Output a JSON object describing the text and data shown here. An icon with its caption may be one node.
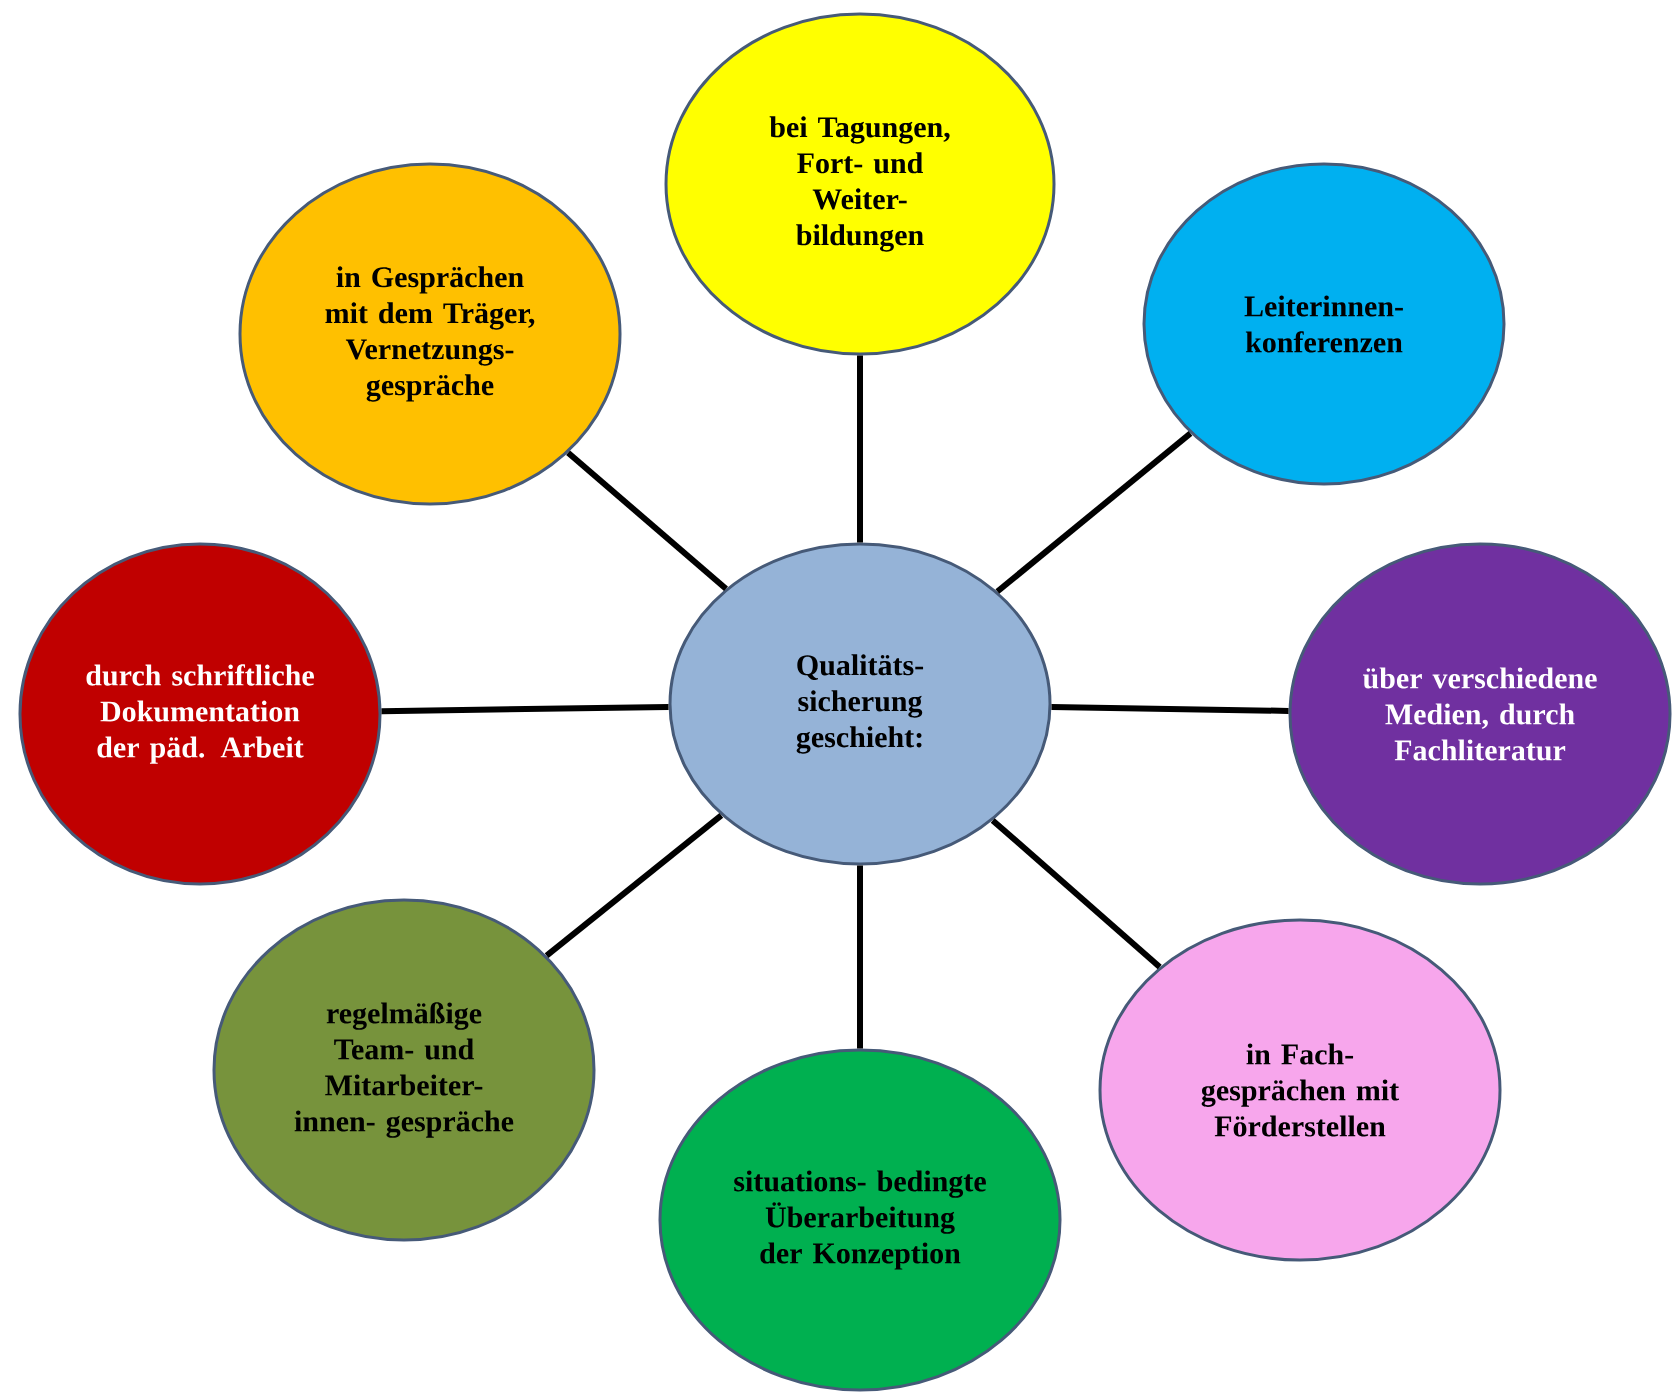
{
  "diagram": {
    "nodes": [
      {
        "text": [
          "Qualitäts- sicherung geschieht:"
        ]
      },
      {
        "text": [
          "bei Tagungen, Fort- und Weiter- bildungen"
        ]
      },
      {
        "text": [
          "Leiterinnen- konferenzen"
        ]
      },
      {
        "text": [
          "über verschiedene Medien, durch Fachliteratur"
        ]
      },
      {
        "text": [
          "in Fach- gesprächen mit Förderstellen"
        ]
      },
      {
        "text": [
          "situations- bedingte Überarbeitung der Konzeption"
        ]
      },
      {
        "text": [
          "regelmäßige Team- und Mitarbeiter- innen- gespräche"
        ]
      },
      {
        "text": [
          "durch schriftliche Dokumentation der päd. Arbeit"
        ]
      },
      {
        "text": [
          "in Gesprächen mit dem Träger, Vernetzungs- gespräche"
        ]
      }
    ],
    "edges": [
      {
        "from": 0,
        "to": 1,
        "arrow": "none"
      },
      {
        "from": 0,
        "to": 2,
        "arrow": "none"
      },
      {
        "from": 0,
        "to": 3,
        "arrow": "none"
      },
      {
        "from": 0,
        "to": 4,
        "arrow": "none"
      },
      {
        "from": 0,
        "to": 5,
        "arrow": "none"
      },
      {
        "from": 0,
        "to": 6,
        "arrow": "none"
      },
      {
        "from": 0,
        "to": 7,
        "arrow": "none"
      },
      {
        "from": 0,
        "to": 8,
        "arrow": "none"
      }
    ]
  }
}
